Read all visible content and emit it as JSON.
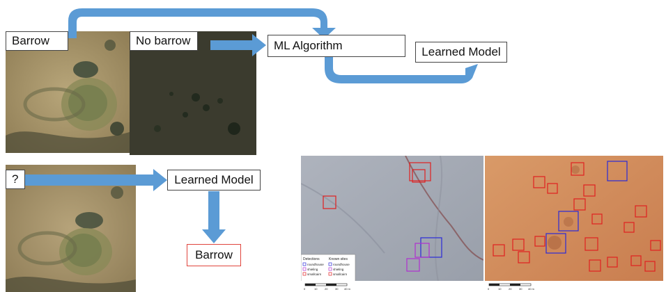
{
  "training": {
    "barrow_label": "Barrow",
    "no_barrow_label": "No barrow",
    "algorithm_label": "ML Algorithm",
    "learned_model_label": "Learned Model"
  },
  "inference": {
    "query_label": "?",
    "learned_model_label": "Learned Model",
    "result_label": "Barrow"
  },
  "detections": {
    "legend_title_detections": "Detections",
    "legend_title_known": "Known sites",
    "legend_items": [
      "roundhouse",
      "shieling",
      "smallcairn"
    ],
    "legend_known_items": [
      "roundhouse",
      "shieling",
      "smallcairn"
    ],
    "scale_ticks": [
      "0",
      "10",
      "20",
      "30",
      "40 m"
    ],
    "colors": {
      "roundhouse": "#2a2ad8",
      "shieling": "#b030d0",
      "smallcairn": "#e02020"
    }
  },
  "colors": {
    "arrow": "#5b9bd5",
    "result_border": "#e0443c"
  }
}
